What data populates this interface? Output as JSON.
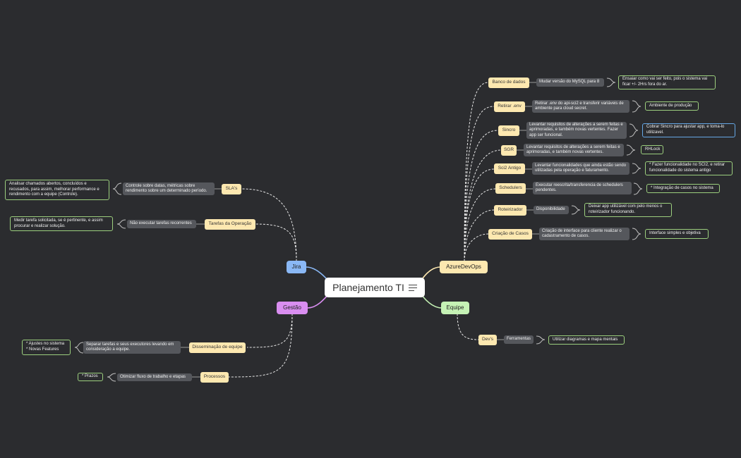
{
  "root": {
    "label": "Planejamento TI"
  },
  "branches": {
    "jira": "Jira",
    "gestao": "Gestão",
    "azure": "AzureDevOps",
    "equipe": "Equipe"
  },
  "jira": {
    "slas": {
      "label": "SLA's",
      "detail": "Controle sobre datas, métricas sobre rendimento sobre um determinado período.",
      "note": "Analisar chamados abertos, concluídos e recusados, para assim, melhorar performance e rendimento com a equipe (Controle)."
    },
    "tarefas": {
      "label": "Tarefas da Operação",
      "detail": "Não executar tarefas recorrentes",
      "note": "Medir tarefa solicitada, se é pertinente, e assim procurar e realizar solução."
    }
  },
  "gestao": {
    "disseminacao": {
      "label": "Disseminação de equipe",
      "detail": "Separar tarefas e seus executores levando em consideração a equipe.",
      "note_lines": [
        "* Ajustes no sistema",
        "* Novas Features"
      ]
    },
    "processos": {
      "label": "Processos",
      "detail": "Otimizar fluxo de trabalho e etapas",
      "note": "* Prazos"
    }
  },
  "azure": {
    "banco": {
      "label": "Banco de dados",
      "detail": "Mudar versão do MySQL para 8",
      "note": "Ensaiar como vai ser feito, pois o sistema vai ficar +/- 2Hrs fora do ar."
    },
    "retirar": {
      "label": "Retirar .env",
      "detail": "Retirar .env do api-sci2 e transferir variáveis de ambiente para cloud secret.",
      "note": "Ambiente de produção"
    },
    "sincro": {
      "label": "Sincro",
      "detail": "Levantar requisitos de alterações a serem feitas e aprimoradas, e também novas vertentes. Fazer app ser funcional.",
      "note": "Cobrar Sincro para ajustar app, e toma-lo utilizavel."
    },
    "sgr": {
      "label": "SGR",
      "detail": "Levantar requisitos de alterações a serem feitas e aprimoradas, e também novas vertentes.",
      "note": "RHLock"
    },
    "sci2": {
      "label": "Sci2 Antigo",
      "detail": "Levantar funcionalidades que ainda estão sendo utilizadas pela operação e faturamento.",
      "note": "* Fazer funcionalidade no SCI2, e retirar funcionalidade do sistema antigo"
    },
    "schedulers": {
      "label": "Schedulers",
      "detail": "Executar reescrita/transferencia de schedulers pendentes.",
      "note": "* Integração de casos no sistema"
    },
    "roteirizador": {
      "label": "Roteirizador",
      "detail": "Disponibilidade",
      "note": "Deixar app utilizável com pelo menos o roteirizador funcionando."
    },
    "criacao": {
      "label": "Criação de Casos",
      "detail": "Criação de interface para cliente realizar o cadastramento de casos.",
      "note": "Interface simples e objetiva"
    }
  },
  "equipe": {
    "devs": {
      "label": "Dev's",
      "detail": "Ferramentas",
      "note": "Utilizar diagramas e mapa mentais"
    }
  },
  "colors": {
    "background": "#2b2c2f",
    "jira": "#8ab8f5",
    "gestao": "#d98ef0",
    "azure": "#fde8b0",
    "equipe": "#c5f2b5",
    "note_border": "#9ccf7e",
    "note_blue": "#66a8e6",
    "grey_node": "#55575c"
  }
}
